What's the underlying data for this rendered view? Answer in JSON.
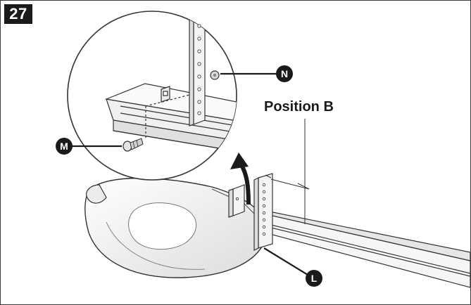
{
  "figure": {
    "step_number": "27",
    "position_label": "Position B",
    "callouts": {
      "n": "N",
      "m": "M",
      "l": "L"
    }
  },
  "colors": {
    "ink": "#1a1a1a",
    "line": "#333333",
    "fill_light": "#f4f4f4",
    "fill_mid": "#e2e2e2",
    "paper": "#ffffff"
  },
  "icons": {
    "arrow": "curved-arrow-icon"
  }
}
